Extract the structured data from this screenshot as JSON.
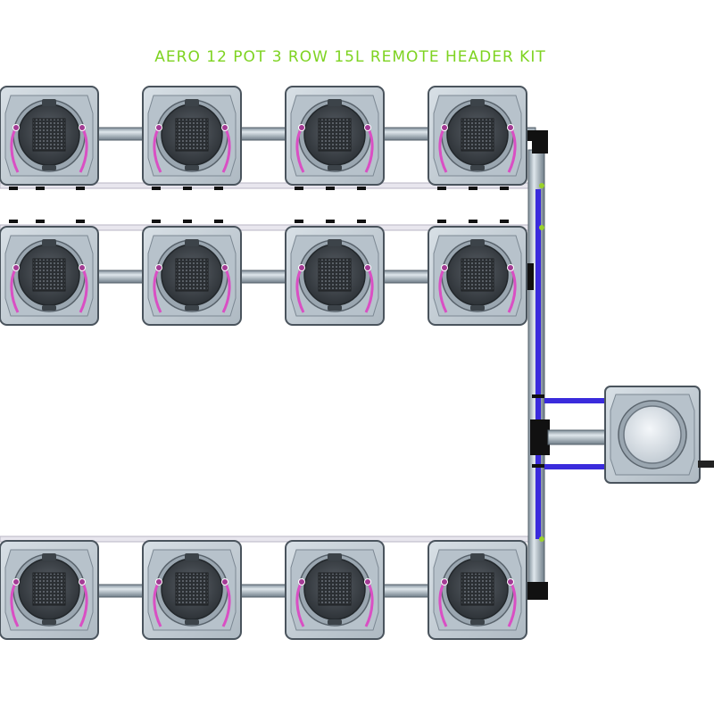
{
  "title": "AERO 12 POT 3 ROW 15L REMOTE HEADER KIT",
  "colors": {
    "title": "#7ed321",
    "pot_body": "#c9d2da",
    "pot_outline": "#4a545d",
    "pipe": "#a9b8c2",
    "tube_white": "#e8e6ee",
    "tube_blue": "#3a2bdc",
    "drip_tube": "#d94fc3",
    "connector_green": "#9ad12b",
    "fitting_black": "#111111"
  },
  "components": {
    "pot_count": 12,
    "row_count": 3,
    "pots_per_row": 4,
    "pot_volume": "15L",
    "icons": [
      "pot-icon",
      "remote-header-tank-icon",
      "pipe-icon"
    ]
  }
}
